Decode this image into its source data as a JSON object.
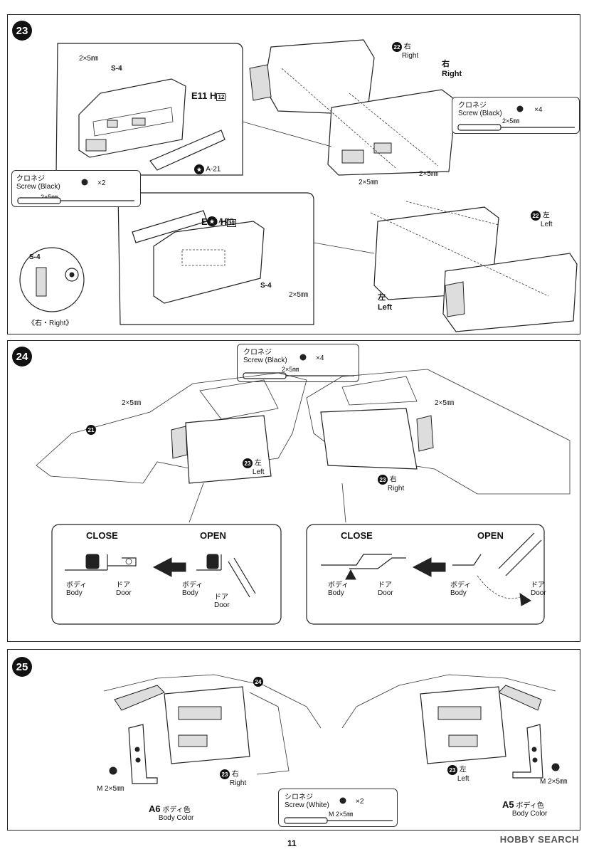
{
  "page_number": "11",
  "watermark": "HOBBY SEARCH",
  "step23": {
    "number": "23",
    "screw_size": "2×5㎜",
    "part_s4": "S-4",
    "part_e11": "E11",
    "part_e10": "E10",
    "hand_ref": "H",
    "hand_num": "12",
    "decal_a21": "A-21",
    "decal_a20": "A-20",
    "screw_box_jp": "クロネジ",
    "screw_box_en": "Screw (Black)",
    "screw_qty_2": "×2",
    "screw_qty_4": "×4",
    "ref22": "22",
    "right_jp": "右",
    "right_en": "Right",
    "left_jp": "左",
    "left_en": "Left",
    "detail_label": "《右・Right》"
  },
  "step24": {
    "number": "24",
    "screw_box_jp": "クロネジ",
    "screw_box_en": "Screw (Black)",
    "screw_qty": "×4",
    "screw_size": "2×5㎜",
    "ref21": "21",
    "ref23": "23",
    "left_jp": "左",
    "left_en": "Left",
    "right_jp": "右",
    "right_en": "Right",
    "close": "CLOSE",
    "open": "OPEN",
    "body_jp": "ボディ",
    "body_en": "Body",
    "door_jp": "ドア",
    "door_en": "Door"
  },
  "step25": {
    "number": "25",
    "ref24": "24",
    "ref23": "23",
    "right_jp": "右",
    "right_en": "Right",
    "left_jp": "左",
    "left_en": "Left",
    "screw_label": "M  2×5㎜",
    "part_a6": "A6",
    "part_a5": "A5",
    "body_color_jp": "ボディ色",
    "body_color_en": "Body Color",
    "screw_box_jp": "シロネジ",
    "screw_box_en": "Screw (White)",
    "screw_qty": "×2",
    "screw_box_size": "M 2×5㎜"
  }
}
